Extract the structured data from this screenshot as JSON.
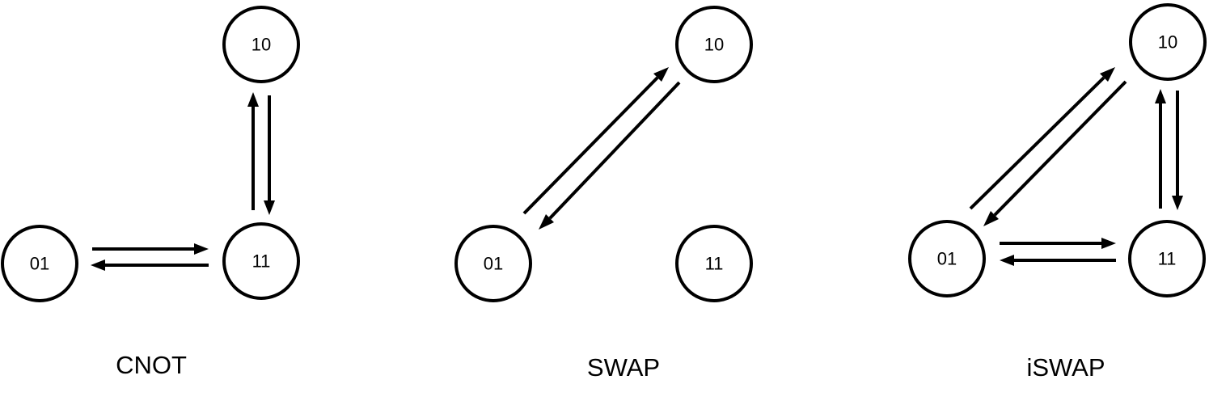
{
  "colors": {
    "stroke": "#000000",
    "background": "#ffffff"
  },
  "panels": [
    {
      "caption": "CNOT",
      "nodes": [
        {
          "id": "10",
          "label": "10"
        },
        {
          "id": "01",
          "label": "01"
        },
        {
          "id": "11",
          "label": "11"
        }
      ],
      "edges": [
        {
          "from": "11",
          "to": "10"
        },
        {
          "from": "10",
          "to": "11"
        },
        {
          "from": "01",
          "to": "11"
        },
        {
          "from": "11",
          "to": "01"
        }
      ]
    },
    {
      "caption": "SWAP",
      "nodes": [
        {
          "id": "10",
          "label": "10"
        },
        {
          "id": "01",
          "label": "01"
        },
        {
          "id": "11",
          "label": "11"
        }
      ],
      "edges": [
        {
          "from": "01",
          "to": "10"
        },
        {
          "from": "10",
          "to": "01"
        }
      ]
    },
    {
      "caption": "iSWAP",
      "nodes": [
        {
          "id": "10",
          "label": "10"
        },
        {
          "id": "01",
          "label": "01"
        },
        {
          "id": "11",
          "label": "11"
        }
      ],
      "edges": [
        {
          "from": "01",
          "to": "10"
        },
        {
          "from": "10",
          "to": "01"
        },
        {
          "from": "11",
          "to": "10"
        },
        {
          "from": "10",
          "to": "11"
        },
        {
          "from": "01",
          "to": "11"
        },
        {
          "from": "11",
          "to": "01"
        }
      ]
    }
  ]
}
